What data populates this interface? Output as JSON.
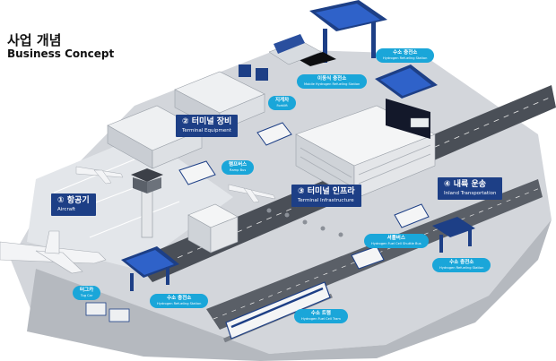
{
  "header": {
    "title_ko": "사업 개념",
    "title_en": "Business Concept"
  },
  "main_labels": [
    {
      "key": "aircraft",
      "ko": "① 항공기",
      "en": "Aircraft"
    },
    {
      "key": "terminal_equipment",
      "ko": "② 터미널 장비",
      "en": "Terminal Equipment"
    },
    {
      "key": "terminal_infrastructure",
      "ko": "③ 터미널 인프라",
      "en": "Terminal Infrastructure"
    },
    {
      "key": "inland_transportation",
      "ko": "④ 내륙 운송",
      "en": "Inland Transportation"
    }
  ],
  "sub_labels": [
    {
      "key": "mobile_station",
      "ko": "이동식 충전소",
      "en": "Mobile Hydrogen Refueling Station"
    },
    {
      "key": "station_top",
      "ko": "수소 충전소",
      "en": "Hydrogen Refueling Station"
    },
    {
      "key": "forklift",
      "ko": "지게차",
      "en": "Forklift"
    },
    {
      "key": "ramp_bus",
      "ko": "램프버스",
      "en": "Ramp Bus"
    },
    {
      "key": "tug_car",
      "ko": "터그카",
      "en": "Tug Car"
    },
    {
      "key": "station_bottom",
      "ko": "수소 충전소",
      "en": "Hydrogen Refueling Station"
    },
    {
      "key": "shuttle_bus",
      "ko": "셔틀버스",
      "en": "Hydrogen Fuel Cell Shuttle Bus"
    },
    {
      "key": "station_right",
      "ko": "수소 충전소",
      "en": "Hydrogen Refueling Station"
    },
    {
      "key": "tram",
      "ko": "수소 트램",
      "en": "Hydrogen Fuel Cell Tram"
    }
  ],
  "colors": {
    "label_dark": "#1d3f86",
    "label_light": "#1aa6d9",
    "ground": "#cfd3d8",
    "road": "#4a4f57"
  }
}
